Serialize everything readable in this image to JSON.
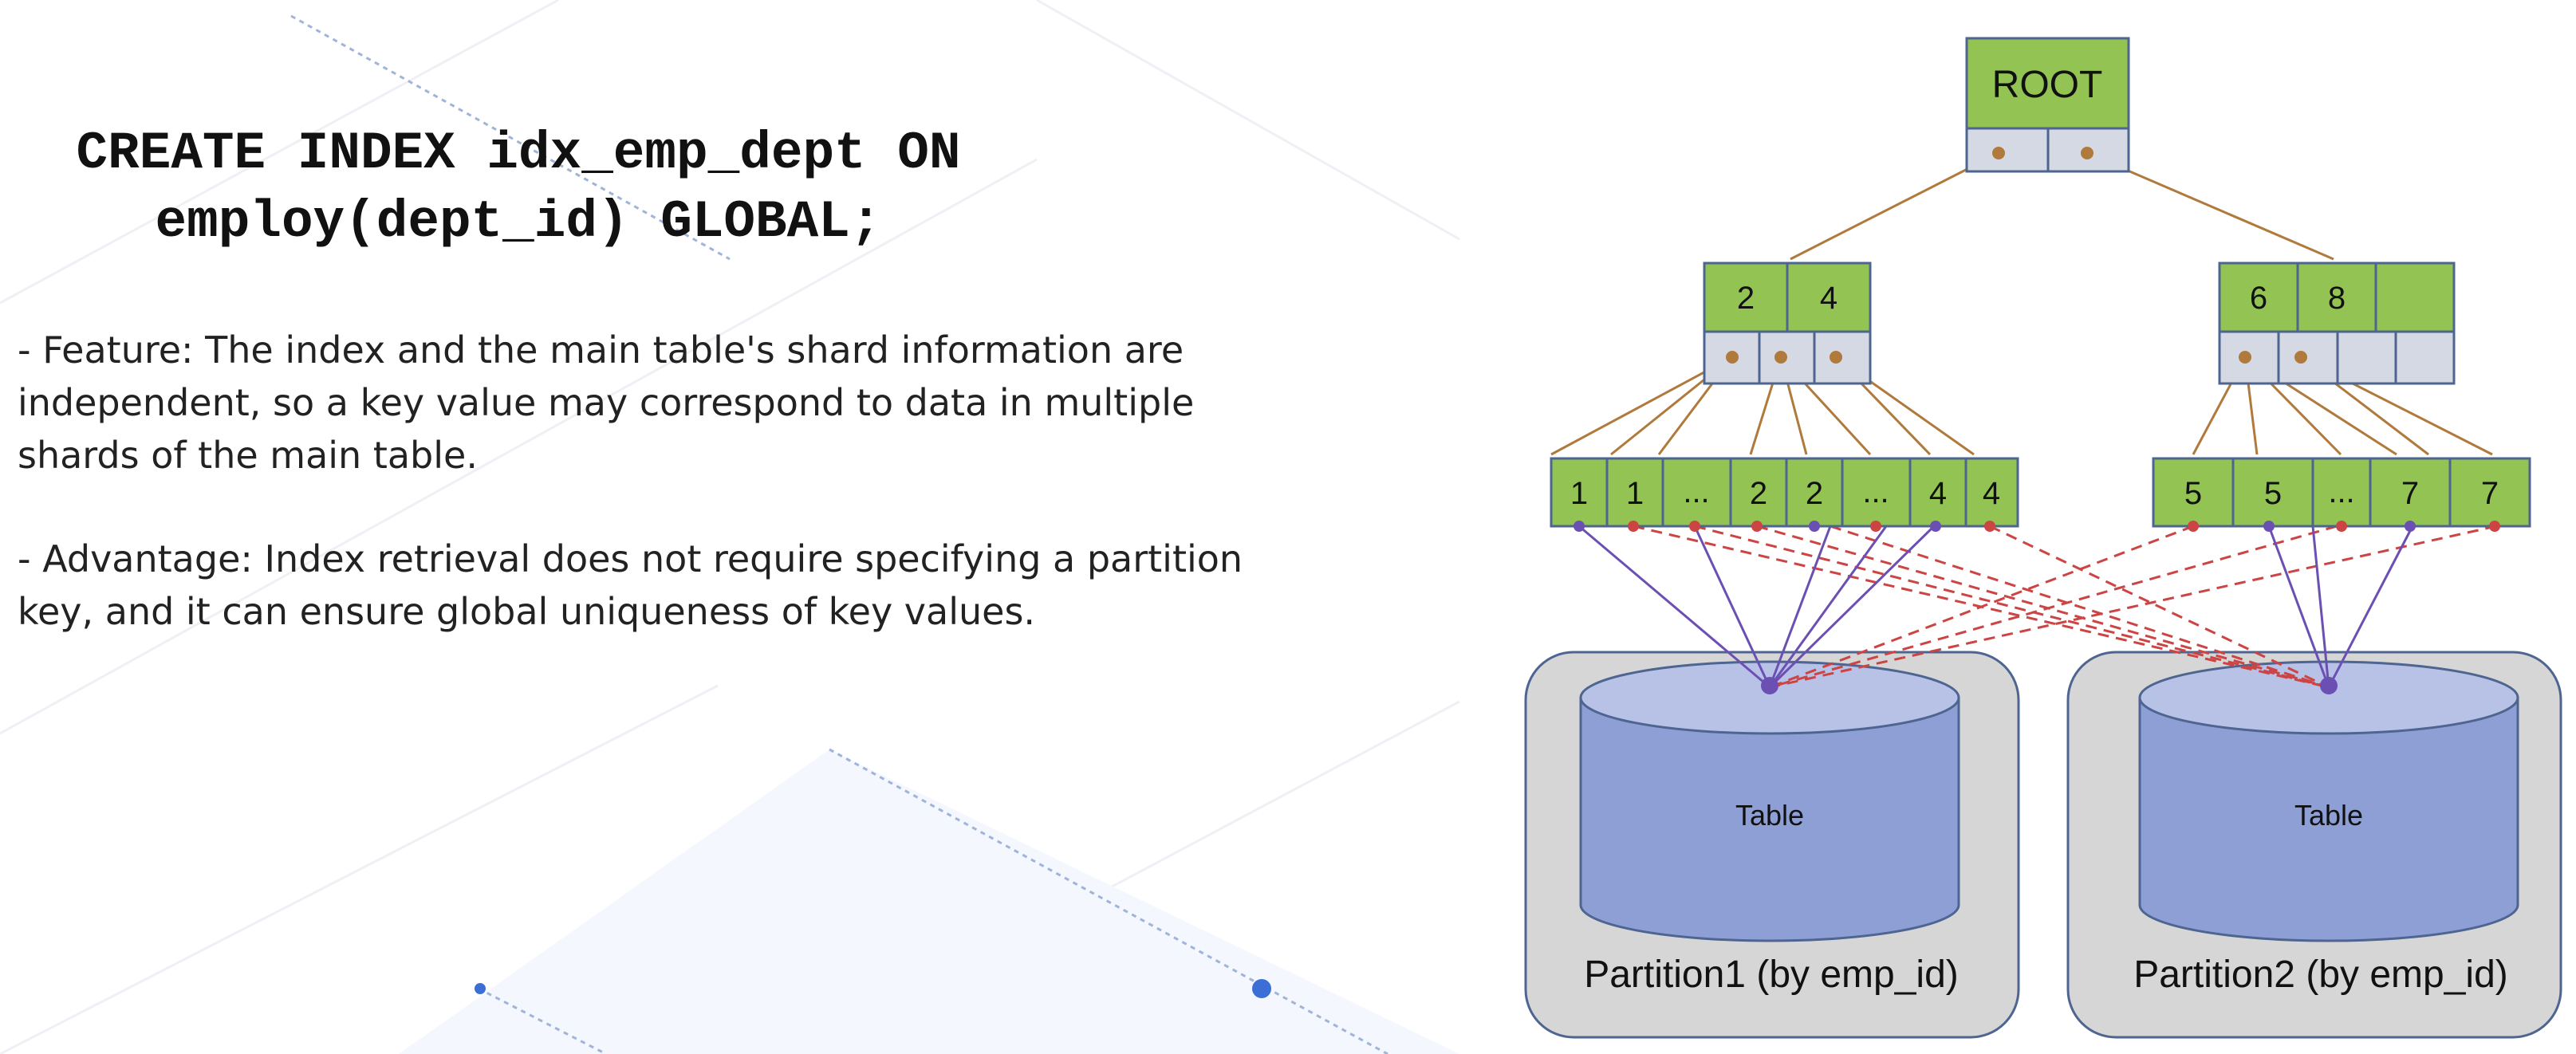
{
  "sql": {
    "line1": "CREATE INDEX idx_emp_dept ON",
    "line2": "employ(dept_id) GLOBAL;"
  },
  "bullets": [
    "- Feature: The index and the main table's shard information are independent, so a key value may correspond to data in multiple shards of the main table.",
    "- Advantage: Index retrieval does not require specifying a partition key, and it can ensure global uniqueness of key values."
  ],
  "diagram": {
    "root": "ROOT",
    "branch_left": [
      "2",
      "4"
    ],
    "branch_right": [
      "6",
      "8",
      ""
    ],
    "leaf_left": [
      "1",
      "1",
      "...",
      "2",
      "2",
      "...",
      "4",
      "4"
    ],
    "leaf_right": [
      "5",
      "5",
      "...",
      "7",
      "7"
    ],
    "partitions": [
      {
        "label": "Partition1 (by emp_id)",
        "table": "Table"
      },
      {
        "label": "Partition2 (by emp_id)",
        "table": "Table"
      }
    ],
    "colors": {
      "node_fill": "#92C353",
      "pointer_fill": "#D5D9E3",
      "node_border": "#4D6590",
      "tree_link": "#B07A3C",
      "local_link": "#6B4FB3",
      "remote_link": "#CC4444",
      "partition_bg": "#D6D6D6",
      "table_fill": "#8E9FD6",
      "table_top": "#B8C2E6"
    },
    "icons": [
      "database-cylinder-icon"
    ]
  }
}
